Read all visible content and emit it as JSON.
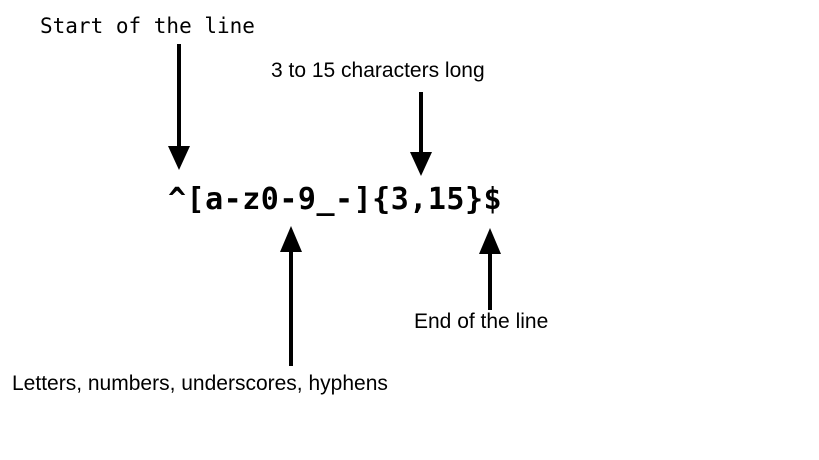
{
  "diagram": {
    "title_expression": "^[a-z0-9_-]{3,15}$",
    "annotations": [
      {
        "id": "start-of-line",
        "text": "Start of the line"
      },
      {
        "id": "length-range",
        "text": "3 to 15 characters long"
      },
      {
        "id": "allowed-characters",
        "text": "Letters, numbers, underscores, hyphens"
      },
      {
        "id": "end-of-line",
        "text": "End of the line"
      }
    ],
    "colors": {
      "background": "#ffffff",
      "foreground": "#000000"
    }
  }
}
